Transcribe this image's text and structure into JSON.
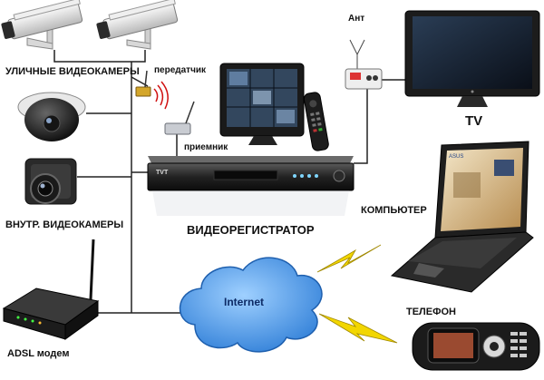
{
  "labels": {
    "street_cameras": "УЛИЧНЫЕ ВИДЕОКАМЕРЫ",
    "transmitter": "передатчик",
    "receiver": "приемник",
    "indoor_cameras": "ВНУТР. ВИДЕОКАМЕРЫ",
    "dvr": "ВИДЕОРЕГИСТРАТОР",
    "antenna": "Ант",
    "tv": "TV",
    "computer": "КОМПЬЮТЕР",
    "internet": "Internet",
    "phone": "ТЕЛЕФОН",
    "modem": "ADSL модем"
  },
  "device_brands": {
    "dvr_badge": "TVT",
    "laptop_brand": "ASUS"
  },
  "colors": {
    "wire": "#222222",
    "cloud": "#3f8ee0",
    "lightning": "#f2d600",
    "device_dark": "#1c1c1c",
    "camera_body": "#e6e6e6"
  }
}
